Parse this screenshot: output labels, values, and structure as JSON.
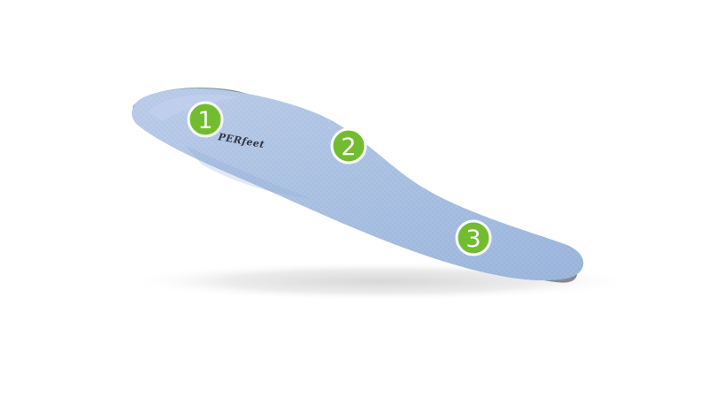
{
  "image": {
    "background_color": "#ffffff"
  },
  "insole": {
    "brand_logo_text": "PERfeet",
    "top_color": "#a9bfe0",
    "top_shade_color": "#8ea9d3",
    "edge_color": "#7d7f86",
    "shadow_color": "#dcdcdc"
  },
  "markers": [
    {
      "label": "1",
      "color": "#72bd2f",
      "border_color": "#ffffff"
    },
    {
      "label": "2",
      "color": "#72bd2f",
      "border_color": "#ffffff"
    },
    {
      "label": "3",
      "color": "#72bd2f",
      "border_color": "#ffffff"
    }
  ]
}
